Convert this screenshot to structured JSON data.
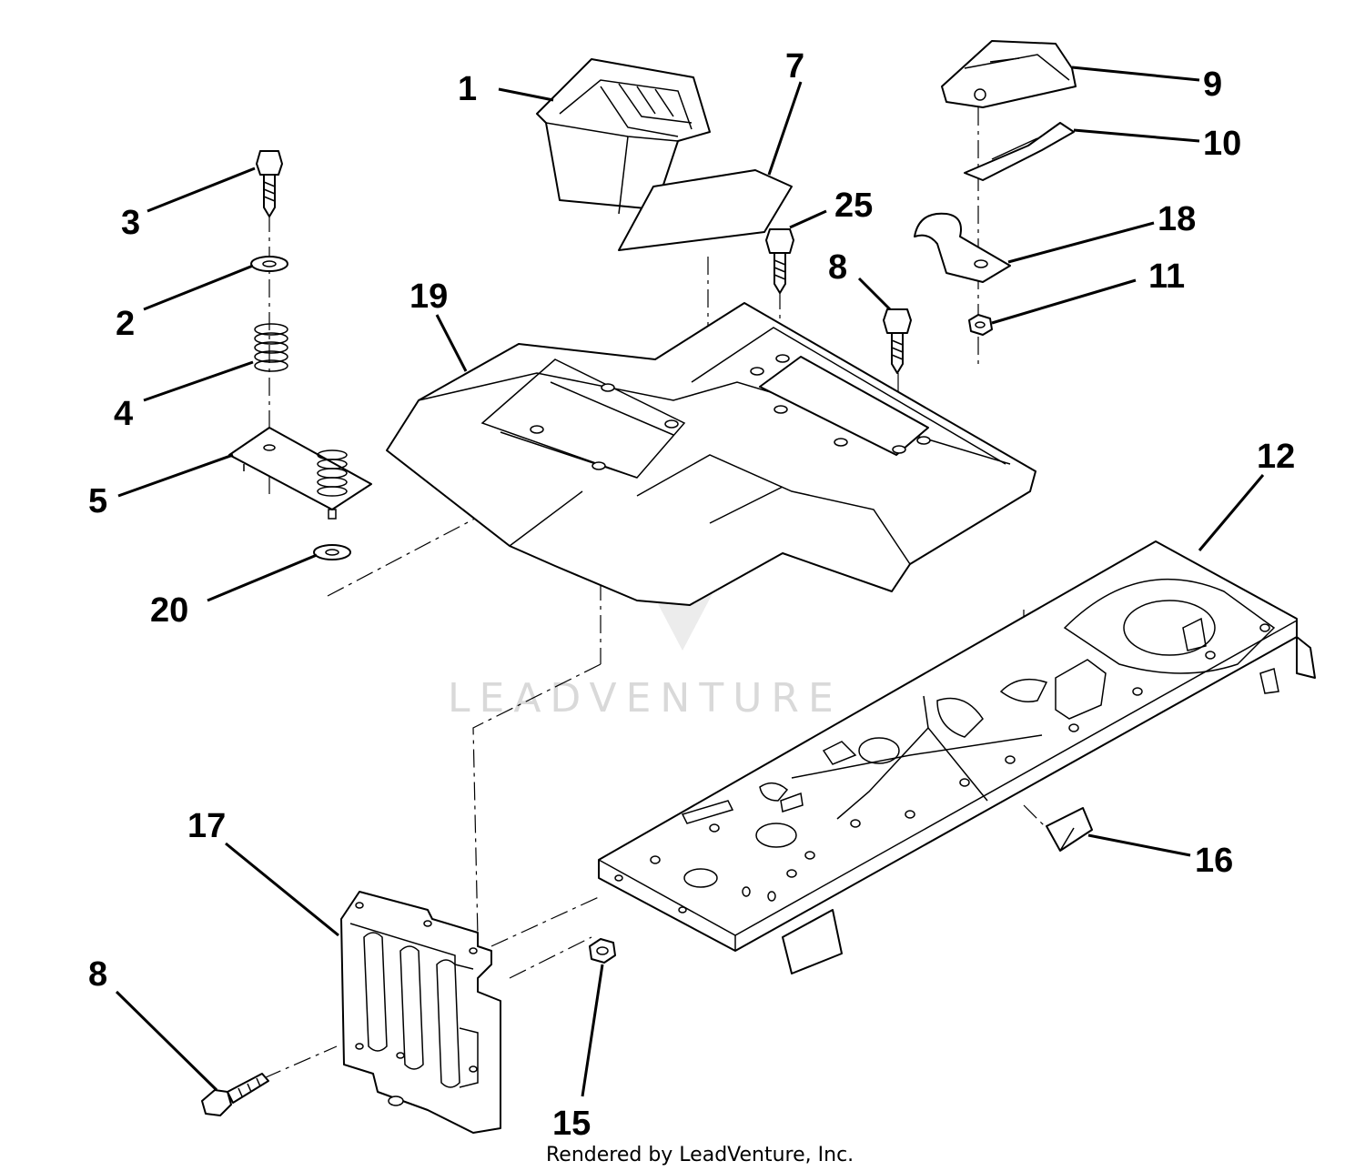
{
  "diagram": {
    "callouts": [
      "1",
      "7",
      "9",
      "10",
      "25",
      "18",
      "3",
      "8",
      "11",
      "2",
      "19",
      "4",
      "5",
      "20",
      "12",
      "17",
      "16",
      "8",
      "15"
    ],
    "watermark": "LEADVENTURE",
    "footer": "Rendered by LeadVenture, Inc."
  }
}
